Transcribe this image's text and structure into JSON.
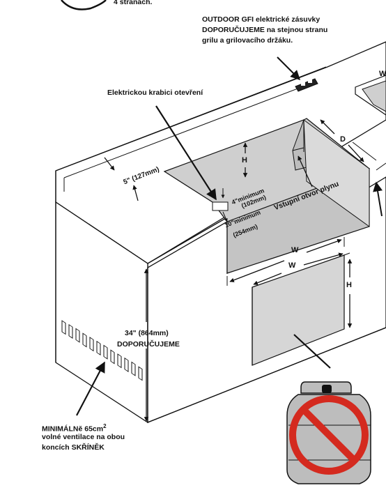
{
  "labels": {
    "top_fragment": "4 stranách.",
    "gfi_line1": "OUTDOOR GFI elektrické zásuvky",
    "gfi_line2": "DOPORUČUJEME na stejnou stranu",
    "gfi_line3": "grilu a grilovacího držáku.",
    "electrical_box": "Elektrickou krabici otevření",
    "dim_5in": "5\" (127mm)",
    "dim_4in_a": "4\"minimum",
    "dim_4in_b": "(102mm)",
    "dim_10in_a": "10\"minimum",
    "dim_10in_b": "(254mm)",
    "gas_inlet": "Vstupní otvor plynu",
    "height_34_a": "34\" (864mm)",
    "height_34_b": "DOPORUČUJEME",
    "vent_line1": "MINIMÁLNě 65cm",
    "vent_sup": "2",
    "vent_line2": "volné ventilace na obou",
    "vent_line3": "koncích SKŘÍNĚK",
    "letter_H_upper": "H",
    "letter_D": "D",
    "letter_W_upper": "W",
    "letter_W_lower": "W",
    "letter_H_lower": "H",
    "letter_W_right": "W"
  },
  "icons": {
    "gas_tank": "propane-tank-icon",
    "prohibited": "prohibited-icon"
  },
  "colors": {
    "line": "#111111",
    "cutout_fill": "#cfcfcf",
    "door_fill": "#d6d6d6",
    "prohibit_red": "#d42a1f",
    "tank_fill": "#bdbdbd"
  }
}
